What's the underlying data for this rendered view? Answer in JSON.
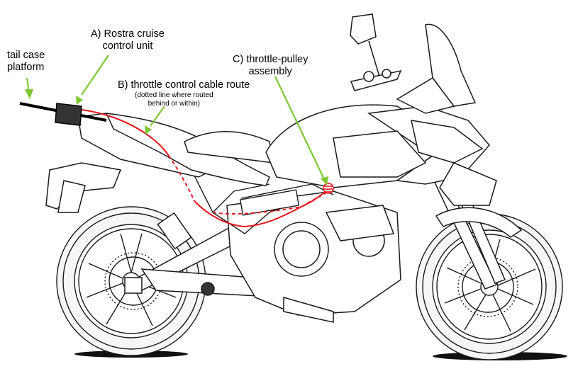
{
  "labels": {
    "tail_case": [
      "tail case",
      "platform"
    ],
    "cruise_unit": [
      "A) Rostra cruise",
      "control unit"
    ],
    "cable_route": "B) throttle control cable route",
    "cable_route_note": [
      "(dotted line where routed",
      "behind or within)"
    ],
    "pulley": [
      "C) throttle-pulley",
      "assembly"
    ]
  },
  "colors": {
    "pointer": "#7ec832",
    "cable": "#e8141c",
    "outline": "#1a1a1a",
    "tire": "#f4f4f4",
    "cruise_unit": "#333333"
  }
}
